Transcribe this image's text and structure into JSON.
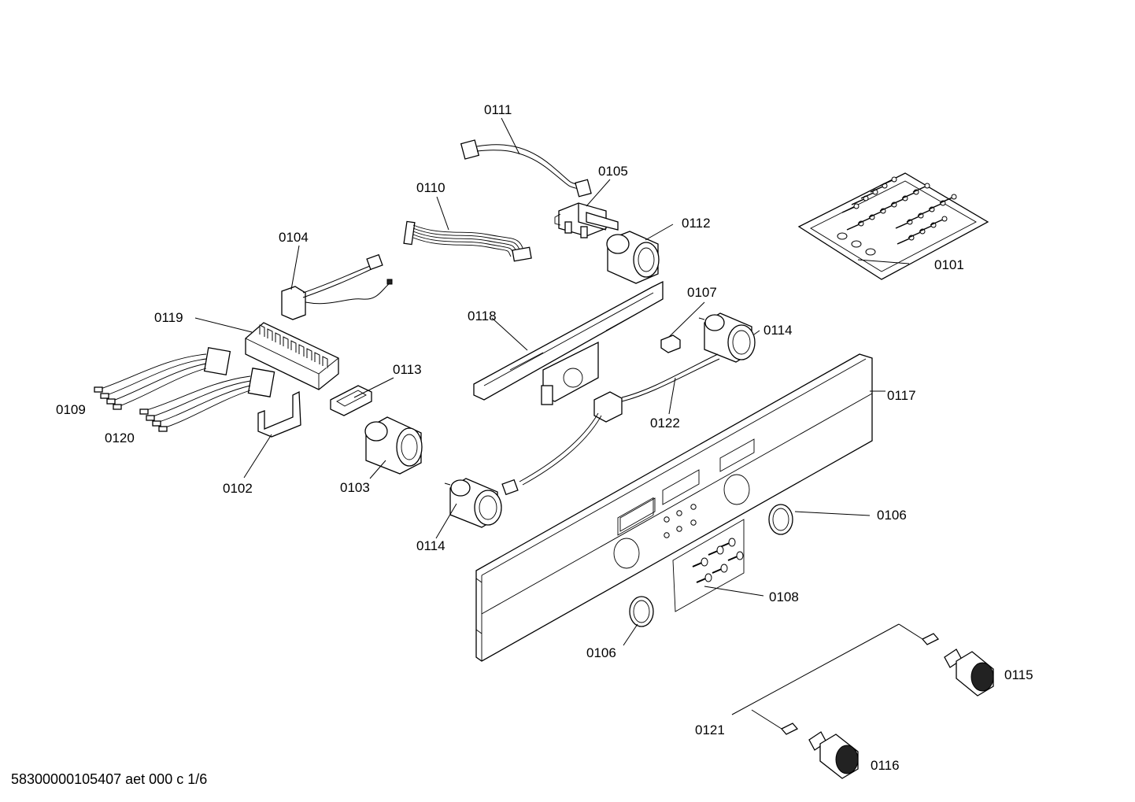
{
  "footer": {
    "code": "58300000105407 aet 000 c 1/6"
  },
  "parts": {
    "p0101": "0101",
    "p0102": "0102",
    "p0103": "0103",
    "p0104": "0104",
    "p0105": "0105",
    "p0106a": "0106",
    "p0106b": "0106",
    "p0107": "0107",
    "p0108": "0108",
    "p0109": "0109",
    "p0110": "0110",
    "p0111": "0111",
    "p0112": "0112",
    "p0113": "0113",
    "p0114a": "0114",
    "p0114b": "0114",
    "p0115": "0115",
    "p0116": "0116",
    "p0117": "0117",
    "p0118": "0118",
    "p0119": "0119",
    "p0120": "0120",
    "p0121": "0121",
    "p0122": "0122"
  }
}
